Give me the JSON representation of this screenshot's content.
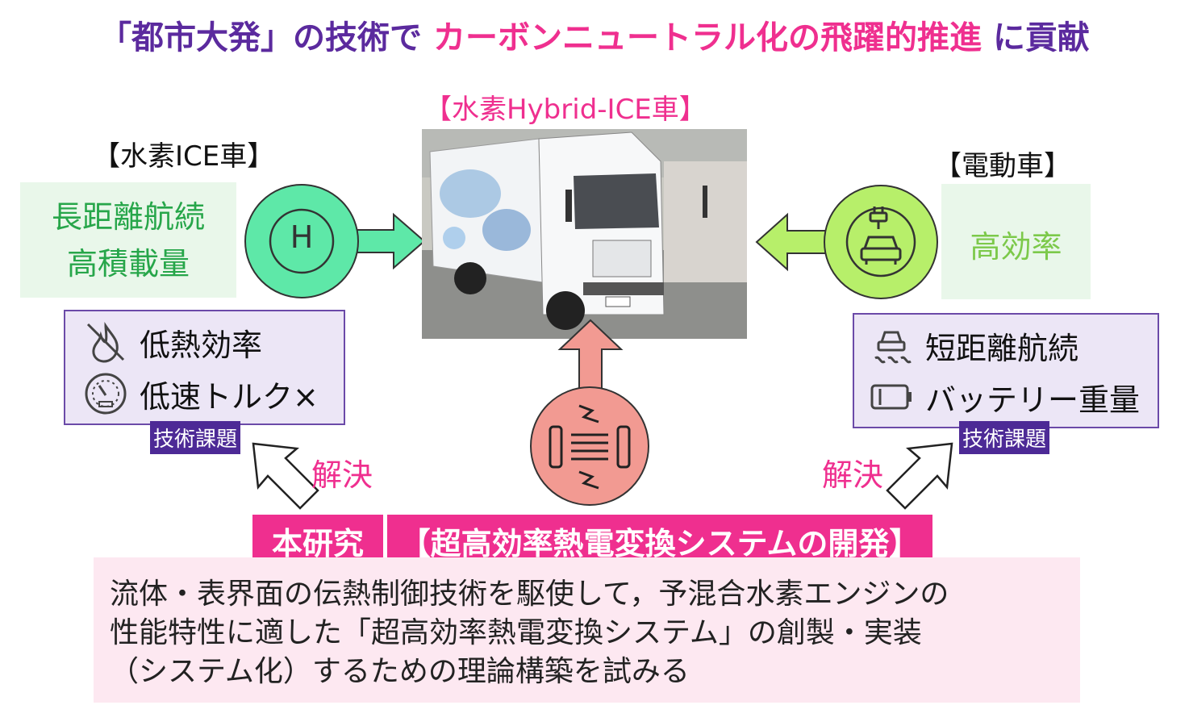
{
  "title": {
    "part1": "「都市大発」の技術で",
    "part2": "カーボンニュートラル化の飛躍的推進",
    "part3": "に貢献"
  },
  "left": {
    "heading": "【水素ICE車】",
    "features": [
      "長距離航続",
      "高積載量"
    ],
    "hydrogen_symbol": "H",
    "issues": [
      "低熱効率",
      "低速トルク×"
    ],
    "tag": "技術課題",
    "solve": "解決"
  },
  "center": {
    "heading": "【水素Hybrid-ICE車】"
  },
  "right": {
    "heading": "【電動車】",
    "feature": "高効率",
    "issues": [
      "短距離航続",
      "バッテリー重量"
    ],
    "tag": "技術課題",
    "solve": "解決"
  },
  "research": {
    "label": "本研究",
    "theme": "【超高効率熱電変換システムの開発】",
    "description": [
      "流体・表界面の伝熱制御技術を駆使して，予混合水素エンジンの",
      "性能特性に適した「超高効率熱電変換システム」の創製・実装",
      "（システム化）するための理論構築を試みる"
    ]
  },
  "colors": {
    "title_purple": "#5b2a9e",
    "accent_pink": "#ef2f8f",
    "hydrogen_green": "#5ee8a8",
    "ev_green": "#b7ef6a",
    "thermo_red": "#f29a92",
    "tag_purple": "#4d2a96"
  }
}
